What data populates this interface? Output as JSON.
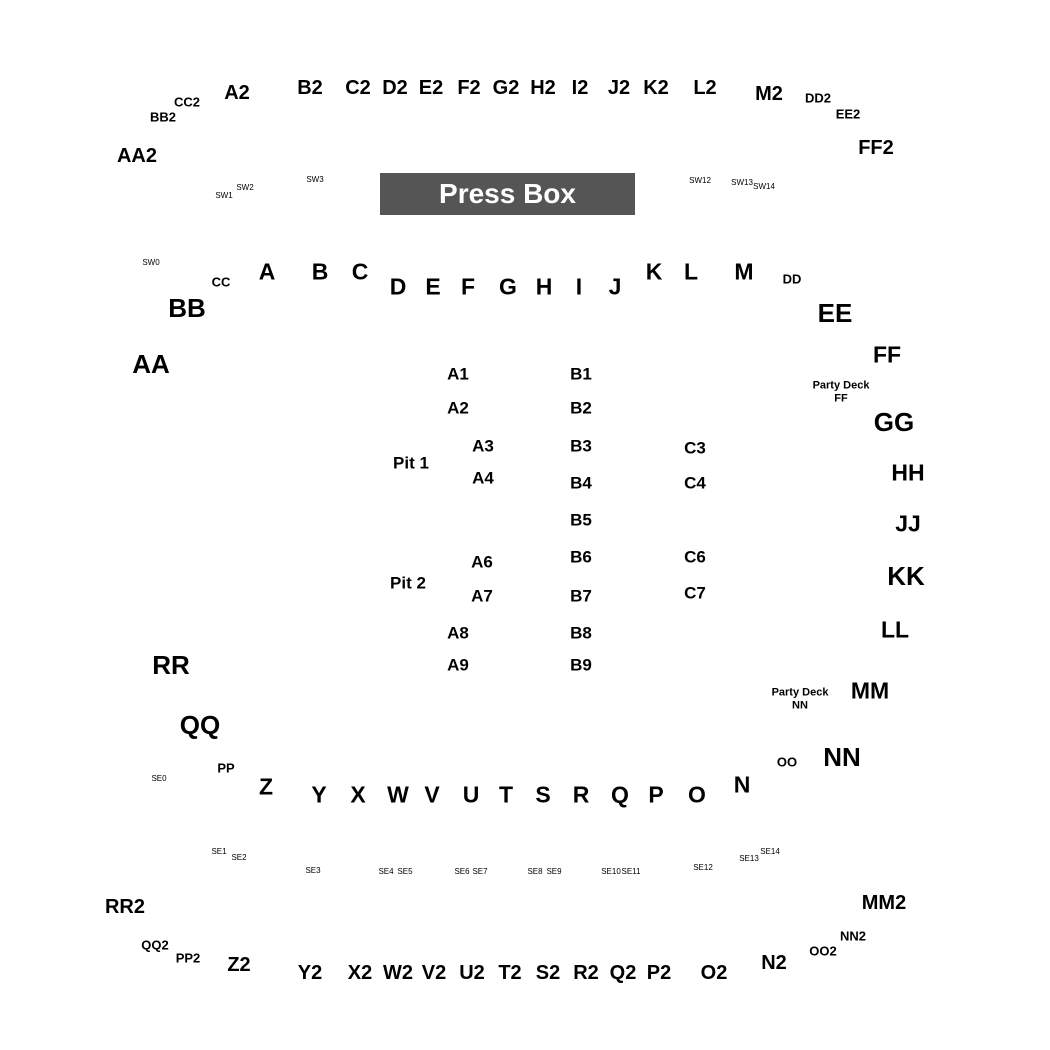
{
  "press_box": "Press Box",
  "upper_row": [
    "A2",
    "B2",
    "C2",
    "D2",
    "E2",
    "F2",
    "G2",
    "H2",
    "I2",
    "J2",
    "K2",
    "L2",
    "M2"
  ],
  "upper_corner_left": [
    "CC2",
    "BB2",
    "AA2"
  ],
  "upper_corner_right": [
    "DD2",
    "EE2",
    "FF2"
  ],
  "sw_labels": [
    "SW0",
    "SW1",
    "SW2",
    "SW3",
    "SW12",
    "SW13",
    "SW14"
  ],
  "lower_sideline_north": [
    "A",
    "B",
    "C",
    "D",
    "E",
    "F",
    "G",
    "H",
    "I",
    "J",
    "K",
    "L",
    "M"
  ],
  "north_corner_left": [
    "CC",
    "BB",
    "AA"
  ],
  "north_corner_right": [
    "DD",
    "EE"
  ],
  "east_end": [
    "FF",
    "GG",
    "HH",
    "JJ",
    "KK",
    "LL",
    "MM"
  ],
  "party_decks": [
    {
      "line1": "Party Deck",
      "line2": "FF"
    },
    {
      "line1": "Party Deck",
      "line2": "NN"
    }
  ],
  "west_end": [
    "RR",
    "QQ"
  ],
  "lower_sideline_south": [
    "Z",
    "Y",
    "X",
    "W",
    "V",
    "U",
    "T",
    "S",
    "R",
    "Q",
    "P",
    "O",
    "N"
  ],
  "south_corner_left": [
    "PP"
  ],
  "south_corner_right": [
    "OO",
    "NN"
  ],
  "se_labels": [
    "SE0",
    "SE1",
    "SE2",
    "SE3",
    "SE4",
    "SE5",
    "SE6",
    "SE7",
    "SE8",
    "SE9",
    "SE10",
    "SE11",
    "SE12",
    "SE13",
    "SE14"
  ],
  "pits": [
    "Pit 1",
    "Pit 2"
  ],
  "floor_a": [
    "A1",
    "A2",
    "A3",
    "A4",
    "A6",
    "A7",
    "A8",
    "A9"
  ],
  "floor_b": [
    "B1",
    "B2",
    "B3",
    "B4",
    "B5",
    "B6",
    "B7",
    "B8",
    "B9"
  ],
  "floor_c": [
    "C3",
    "C4",
    "C6",
    "C7"
  ],
  "upper_south_row": [
    "Z2",
    "Y2",
    "X2",
    "W2",
    "V2",
    "U2",
    "T2",
    "S2",
    "R2",
    "Q2",
    "P2",
    "O2",
    "N2"
  ],
  "upper_south_left": [
    "RR2",
    "QQ2",
    "PP2"
  ],
  "upper_south_right": [
    "MM2",
    "NN2",
    "OO2"
  ]
}
